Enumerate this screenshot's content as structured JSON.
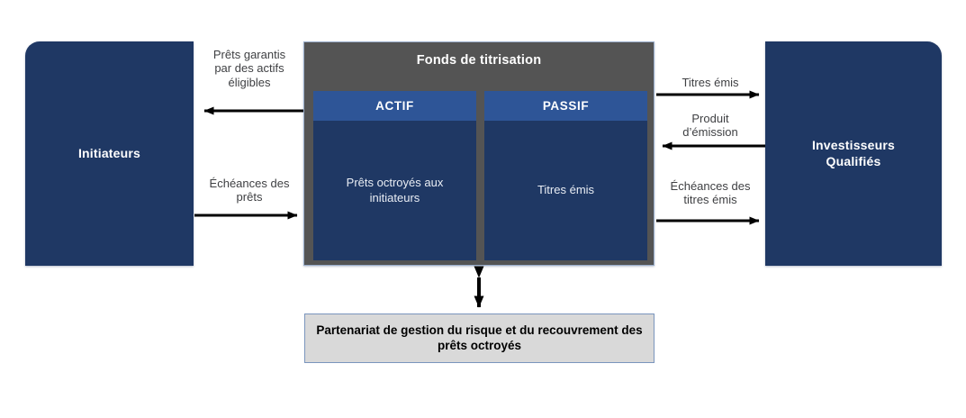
{
  "diagram": {
    "title_hidden": "",
    "colors": {
      "navy": "#1f3864",
      "panel_header_blue": "#2e5597",
      "fund_gray": "#545454",
      "partnership_gray": "#d9d9d9",
      "partnership_border": "#7a95bd",
      "arrow_black": "#000000",
      "label_text": "#3f4043",
      "background": "#ffffff"
    },
    "nodes": {
      "initiateurs": {
        "label": "Initiateurs"
      },
      "investisseurs": {
        "label": "Investisseurs\nQualifiés"
      },
      "fund": {
        "title": "Fonds de titrisation",
        "panels": [
          {
            "header": "ACTIF",
            "body": "Prêts octroyés aux initiateurs"
          },
          {
            "header": "PASSIF",
            "body": "Titres émis"
          }
        ]
      },
      "partnership": {
        "label": "Partenariat de gestion du risque et du recouvrement des prêts octroyés"
      }
    },
    "flows": [
      {
        "id": "prets-garantis",
        "label": "Prêts garantis\npar des actifs\néligibles",
        "from": "fund",
        "to": "initiateurs",
        "direction": "left"
      },
      {
        "id": "echeances-prets",
        "label": "Échéances des\nprêts",
        "from": "initiateurs",
        "to": "fund",
        "direction": "right"
      },
      {
        "id": "titres-emis",
        "label": "Titres émis",
        "from": "fund",
        "to": "investisseurs",
        "direction": "right"
      },
      {
        "id": "produit-emission",
        "label": "Produit\nd’émission",
        "from": "investisseurs",
        "to": "fund",
        "direction": "left"
      },
      {
        "id": "echeances-titres",
        "label": "Échéances des\ntitres émis",
        "from": "fund",
        "to": "investisseurs",
        "direction": "right"
      },
      {
        "id": "partnership-link",
        "label": "",
        "from": "fund",
        "to": "partnership",
        "direction": "both"
      }
    ]
  }
}
